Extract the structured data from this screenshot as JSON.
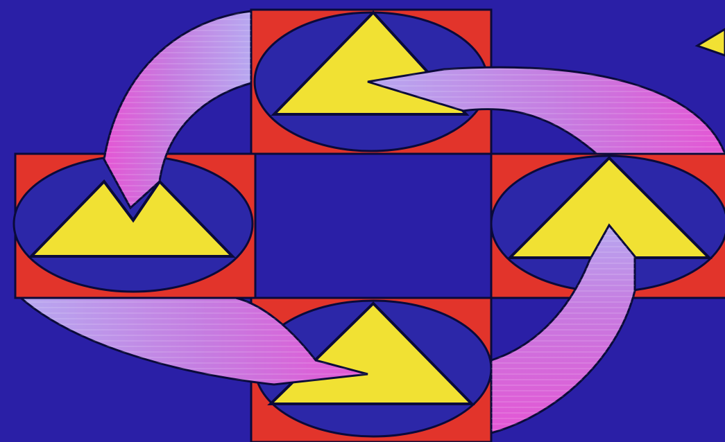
{
  "artwork": {
    "background_color": "#2a1fa6",
    "tile_color": "#e2342b",
    "ellipse_color": "#2c27a8",
    "triangle_color": "#f1e133",
    "arrow_color_start": "#b7a8f0",
    "arrow_color_mid": "#d657d6",
    "outline_color": "#0a0a3a",
    "tiles": [
      {
        "name": "top-tile",
        "triangle": "top-triangle"
      },
      {
        "name": "left-tile",
        "triangle": "left-triangle"
      },
      {
        "name": "right-tile",
        "triangle": "right-triangle"
      },
      {
        "name": "bottom-tile",
        "triangle": "bottom-triangle"
      }
    ],
    "arrows": [
      "arrow-top-left",
      "arrow-top-right",
      "arrow-bottom-left",
      "arrow-bottom-right"
    ]
  }
}
